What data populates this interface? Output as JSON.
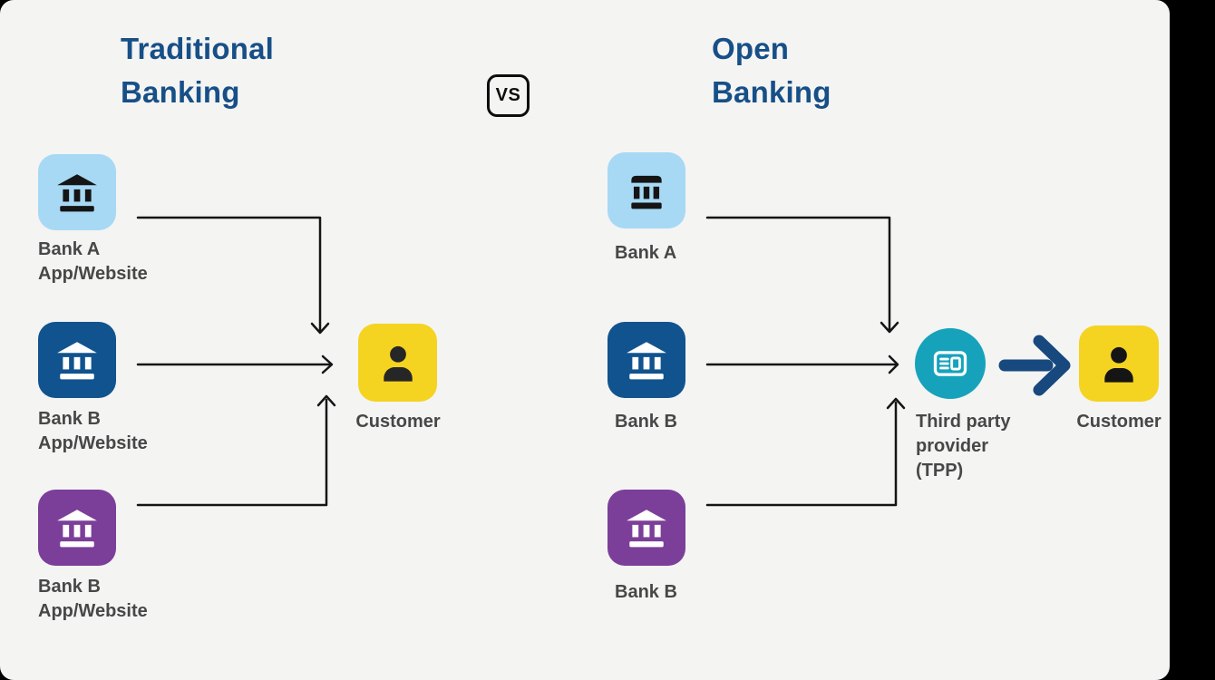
{
  "page": {
    "background": "#000000",
    "canvas_background": "#f4f4f3"
  },
  "versus": {
    "label": "VS"
  },
  "left": {
    "title_line1": "Traditional",
    "title_line2": "Banking",
    "banks": [
      {
        "label": "Bank A",
        "sublabel": "App/Website",
        "tile_color": "#a7d9f4",
        "glyph_color": "#151515"
      },
      {
        "label": "Bank B",
        "sublabel": "App/Website",
        "tile_color": "#11538e",
        "glyph_color": "#ffffff"
      },
      {
        "label": "Bank B",
        "sublabel": "App/Website",
        "tile_color": "#7c3f99",
        "glyph_color": "#ffffff"
      }
    ],
    "customer": {
      "label": "Customer",
      "tile_color": "#f5d321",
      "glyph_color": "#262626"
    }
  },
  "right": {
    "title_line1": "Open",
    "title_line2": "Banking",
    "banks": [
      {
        "label": "Bank A",
        "tile_color": "#a7d9f4",
        "glyph_color": "#151515"
      },
      {
        "label": "Bank B",
        "tile_color": "#11538e",
        "glyph_color": "#ffffff"
      },
      {
        "label": "Bank B",
        "tile_color": "#7c3f99",
        "glyph_color": "#ffffff"
      }
    ],
    "tpp": {
      "label": "Third party provider (TPP)",
      "circle_color": "#17a2bc",
      "glyph_color": "#ffffff"
    },
    "customer": {
      "label": "Customer",
      "tile_color": "#f5d321",
      "glyph_color": "#151515"
    },
    "flow_arrow_color": "#17497e"
  },
  "colors": {
    "title_text": "#174f87",
    "label_text": "#474747",
    "connector": "#151515",
    "vs_border": "#0d0d0d"
  }
}
